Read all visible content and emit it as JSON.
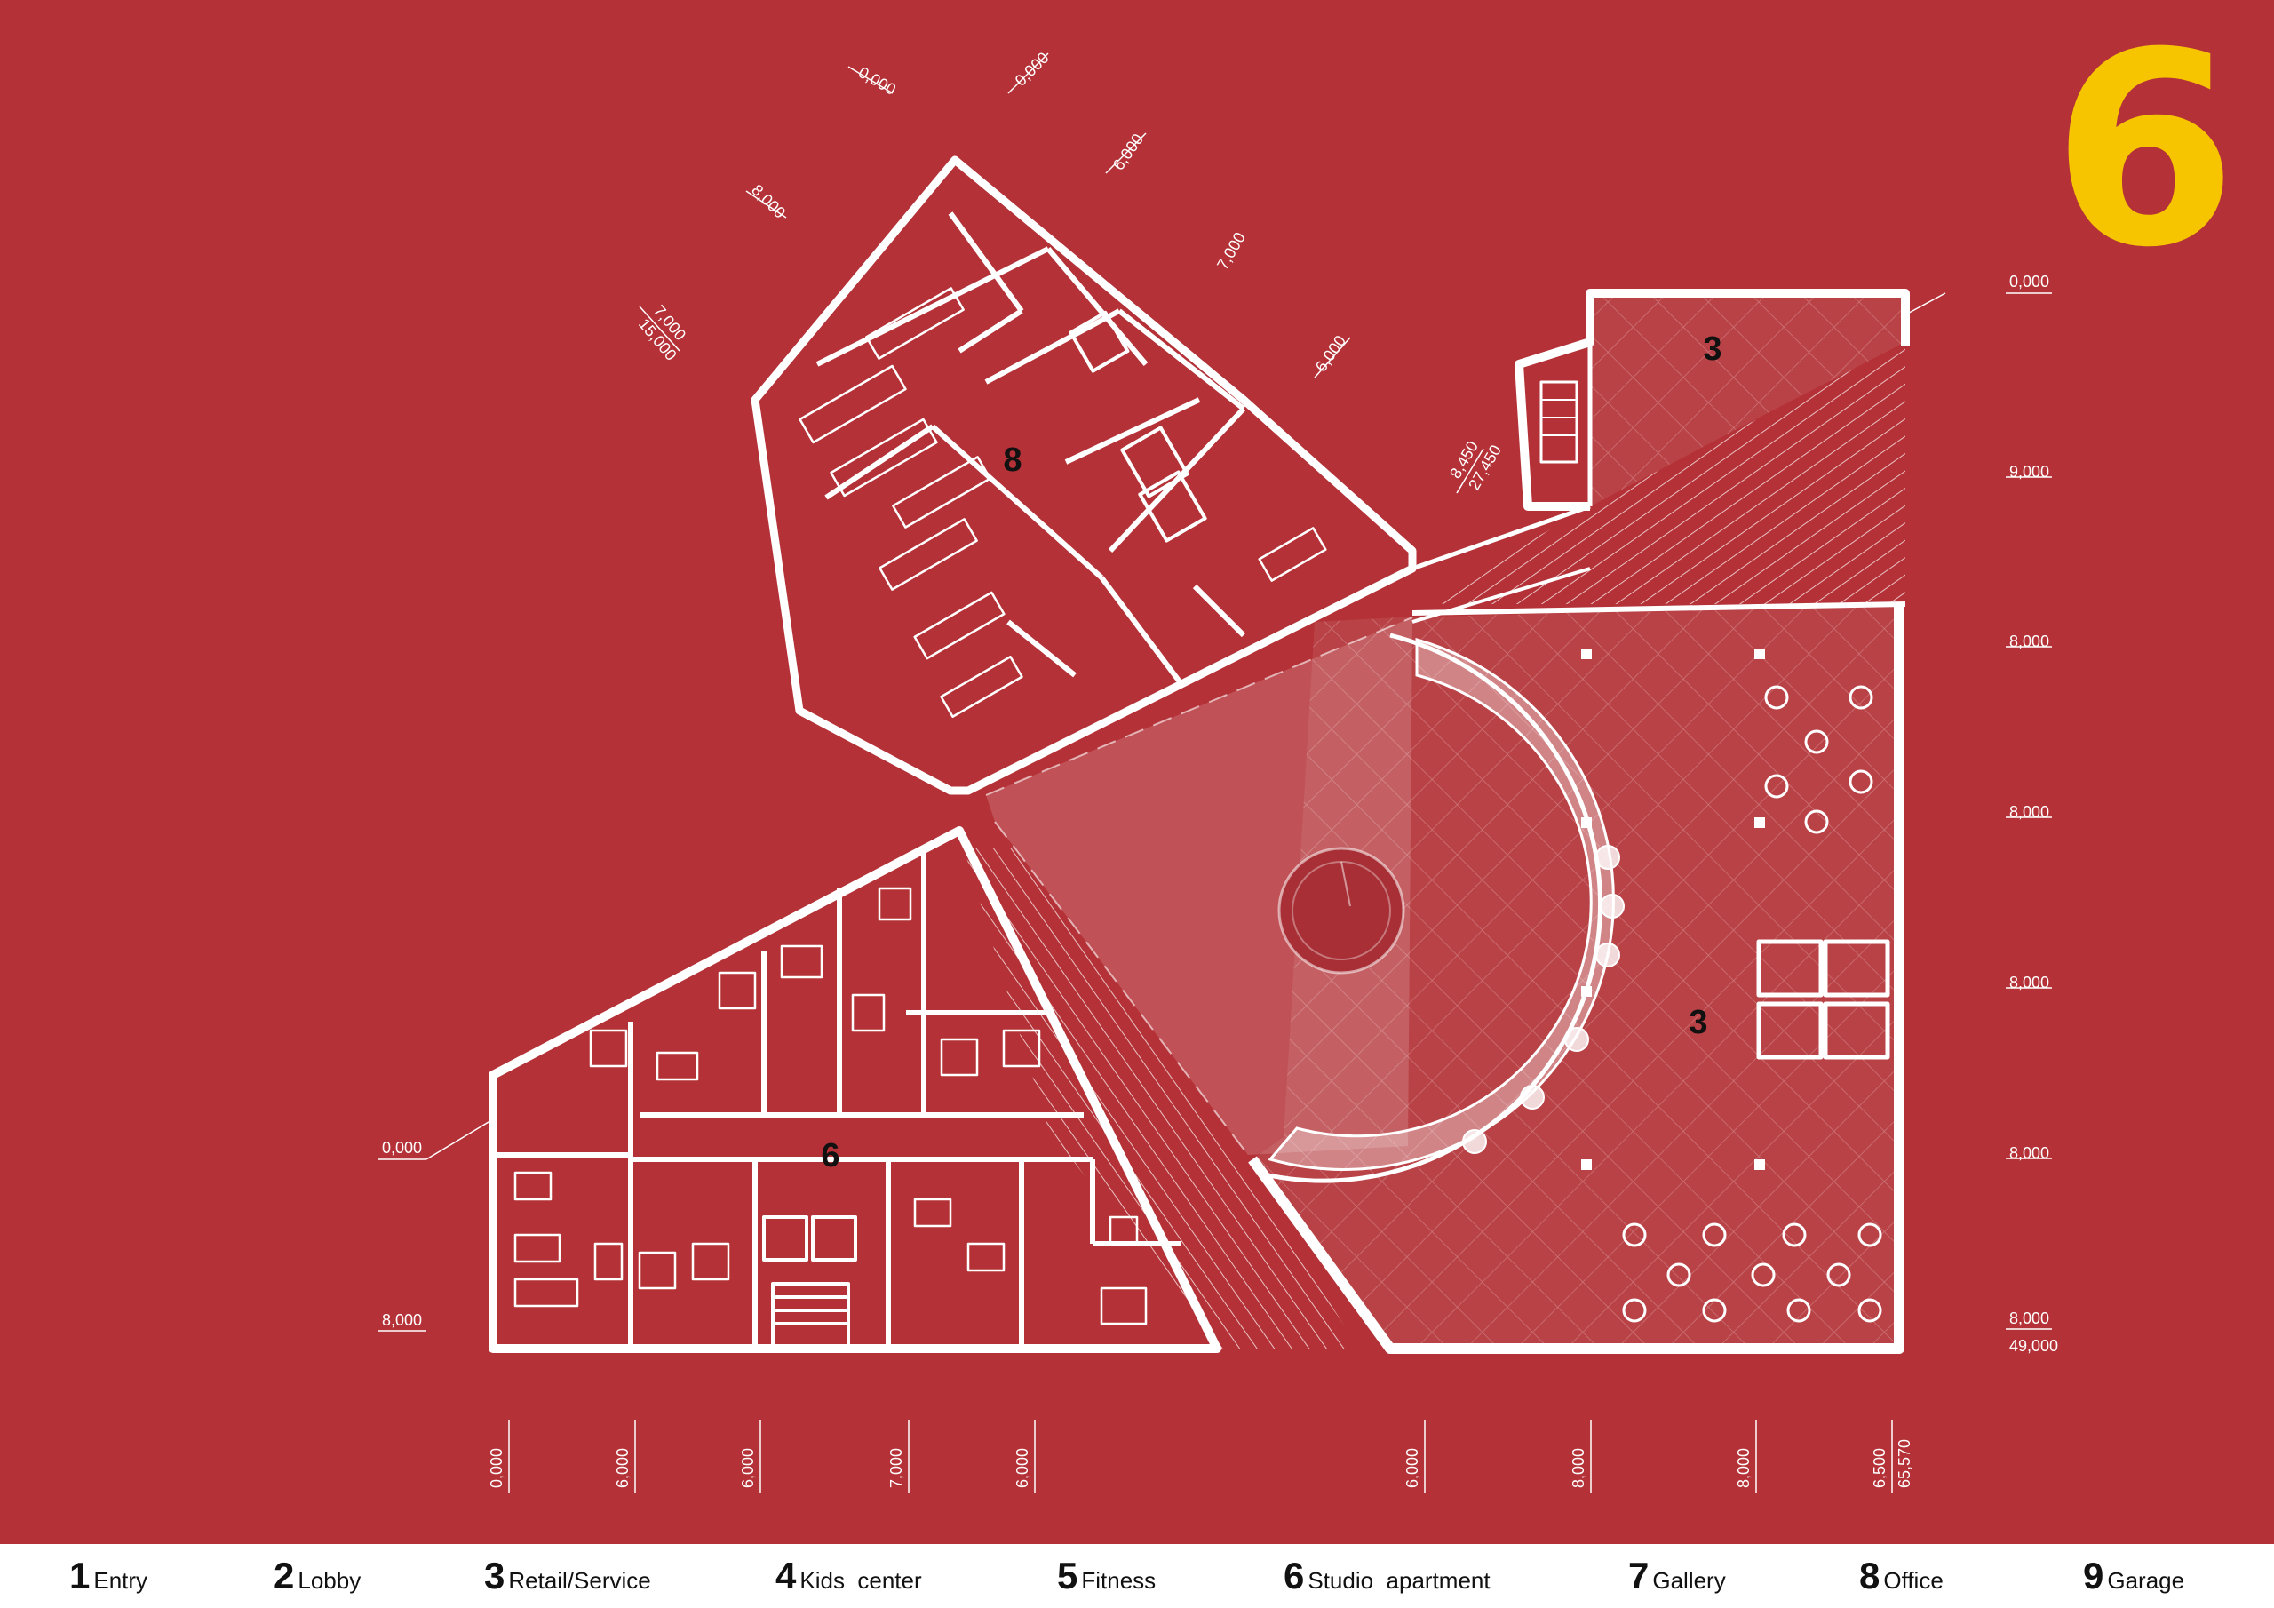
{
  "floor_number": "6",
  "colors": {
    "background": "#b43237",
    "walls": "#ffffff",
    "accent": "#f7c500",
    "legend_bg": "#ffffff"
  },
  "rooms": {
    "office_label": "8",
    "apartments_label": "6",
    "retail_top_label": "3",
    "retail_main_label": "3"
  },
  "dimensions": {
    "office_angled": [
      "0,000",
      "0,000",
      "6,000",
      "8,000",
      "7,000",
      "7,000",
      "15,000",
      "6,000",
      "8,450",
      "27,450"
    ],
    "right_column": [
      "0,000",
      "9,000",
      "8,000",
      "8,000",
      "8,000",
      "8,000",
      "8,000",
      "49,000"
    ],
    "left_column": [
      "0,000",
      "8,000"
    ],
    "bottom_row": [
      "0,000",
      "6,000",
      "6,000",
      "7,000",
      "6,000",
      "6,000",
      "8,000",
      "8,000",
      "6,500",
      "65,570"
    ]
  },
  "legend": [
    {
      "num": "1",
      "label": "Entry"
    },
    {
      "num": "2",
      "label": "Lobby"
    },
    {
      "num": "3",
      "label": "Retail/Service"
    },
    {
      "num": "4",
      "label": "Kids  center"
    },
    {
      "num": "5",
      "label": "Fitness"
    },
    {
      "num": "6",
      "label": "Studio  apartment"
    },
    {
      "num": "7",
      "label": "Gallery"
    },
    {
      "num": "8",
      "label": "Office"
    },
    {
      "num": "9",
      "label": "Garage"
    }
  ]
}
